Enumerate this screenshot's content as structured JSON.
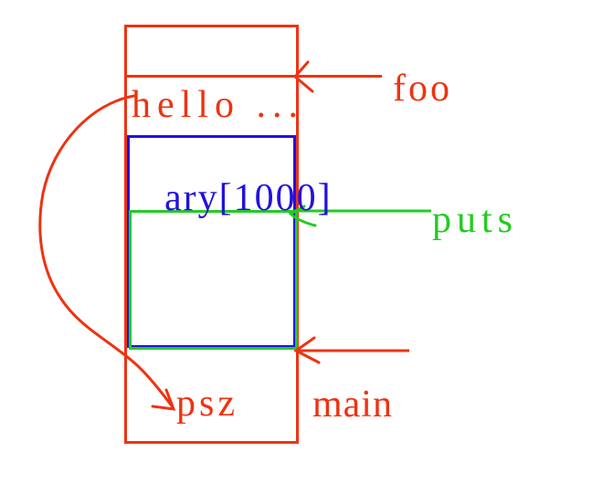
{
  "diagram": {
    "description": "hand-drawn stack overflow diagram",
    "labels": {
      "hello": "hello ...",
      "foo": "foo",
      "ary": "ary[1000]",
      "puts": "puts",
      "psz": "psz",
      "main": "main"
    },
    "colors": {
      "red": "#ee3311",
      "blue": "#2211dd",
      "green": "#22cc22",
      "background": "#ffffff"
    }
  }
}
